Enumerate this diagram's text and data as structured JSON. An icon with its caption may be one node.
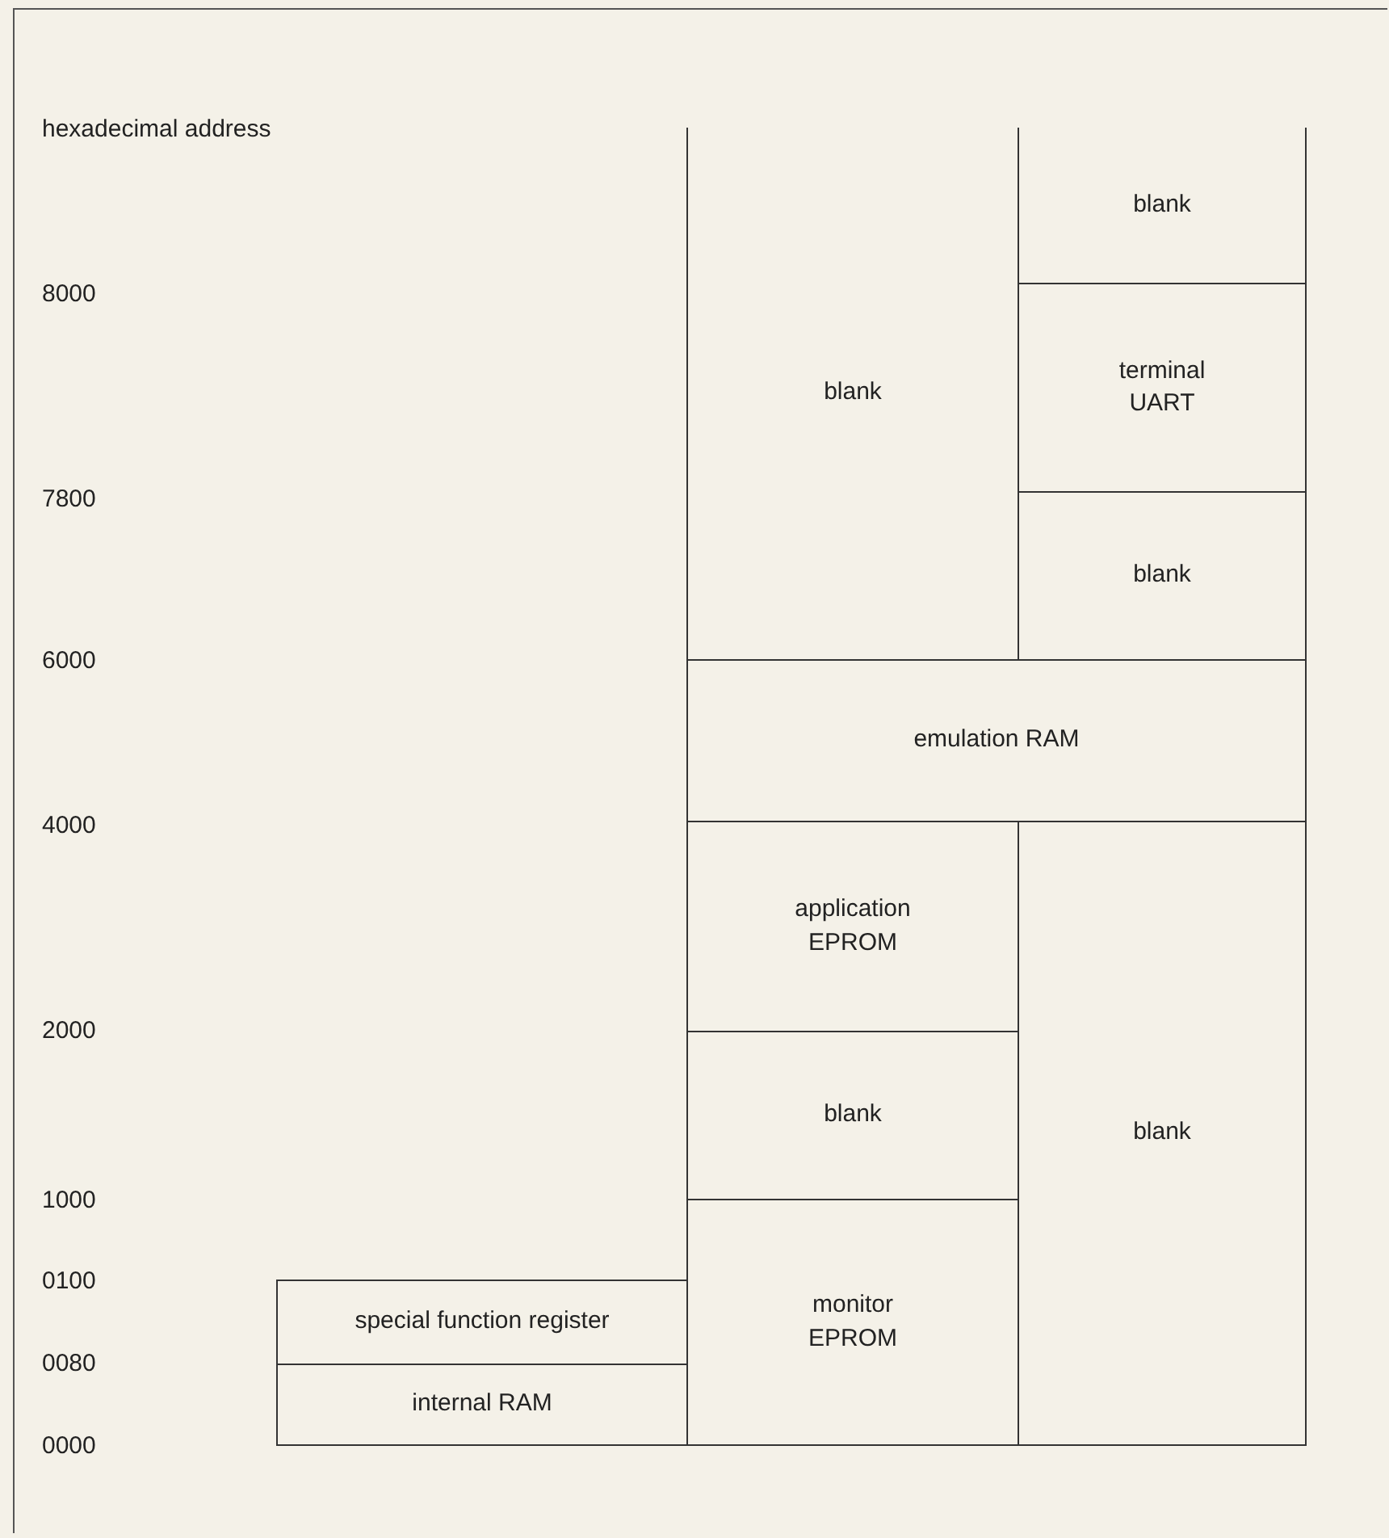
{
  "diagram": {
    "nodes": [
      {
        "text": [
          "blank"
        ]
      },
      {
        "text": [
          "blank"
        ]
      },
      {
        "text": [
          "terminal UART"
        ]
      },
      {
        "text": [
          "blank"
        ]
      },
      {
        "text": [
          "emulation RAM"
        ]
      },
      {
        "text": [
          "application EPROM"
        ]
      },
      {
        "text": [
          "blank"
        ]
      },
      {
        "text": [
          "blank"
        ]
      },
      {
        "text": [
          "monitor EPROM"
        ]
      },
      {
        "text": [
          "special function register"
        ]
      },
      {
        "text": [
          "internal RAM"
        ]
      }
    ],
    "labels": [
      "hexadecimal address",
      "8000",
      "7800",
      "6000",
      "4000",
      "2000",
      "1000",
      "0100",
      "0080",
      "0000"
    ]
  }
}
